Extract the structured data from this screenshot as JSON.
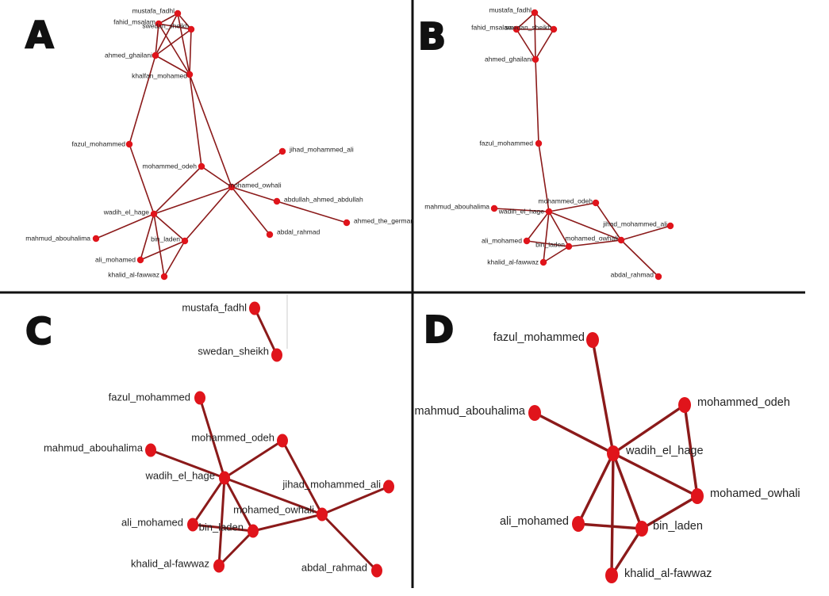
{
  "colors": {
    "edge": "#8b1a1a",
    "node": "#e0141b",
    "divider": "#111111",
    "label": "#222222"
  },
  "panels": [
    {
      "letter": "A",
      "nodes": [
        {
          "id": "mustafa_fadhl",
          "label": "mustafa_fadhl"
        },
        {
          "id": "fahid_msalam",
          "label": "fahid_msalam"
        },
        {
          "id": "swedan_sheikh",
          "label": "swedan_sheikh"
        },
        {
          "id": "ahmed_ghailani",
          "label": "ahmed_ghailani"
        },
        {
          "id": "khalfan_mohamed",
          "label": "khalfan_mohamed"
        },
        {
          "id": "fazul_mohammed",
          "label": "fazul_mohammed"
        },
        {
          "id": "mohammed_odeh",
          "label": "mohammed_odeh"
        },
        {
          "id": "jihad_mohammed_ali",
          "label": "jihad_mohammed_ali"
        },
        {
          "id": "mohamed_owhali",
          "label": "mohamed_owhali"
        },
        {
          "id": "abdullah_ahmed_abdullah",
          "label": "abdullah_ahmed_abdullah"
        },
        {
          "id": "wadih_el_hage",
          "label": "wadih_el_hage"
        },
        {
          "id": "ahmed_the_german",
          "label": "ahmed_the_german"
        },
        {
          "id": "abdal_rahmad",
          "label": "abdal_rahmad"
        },
        {
          "id": "mahmud_abouhalima",
          "label": "mahmud_abouhalima"
        },
        {
          "id": "bin_laden",
          "label": "bin_laden"
        },
        {
          "id": "ali_mohamed",
          "label": "ali_mohamed"
        },
        {
          "id": "khalid_al_fawwaz",
          "label": "khalid_al-fawwaz"
        }
      ],
      "edges": [
        [
          "mustafa_fadhl",
          "fahid_msalam"
        ],
        [
          "mustafa_fadhl",
          "swedan_sheikh"
        ],
        [
          "mustafa_fadhl",
          "ahmed_ghailani"
        ],
        [
          "mustafa_fadhl",
          "khalfan_mohamed"
        ],
        [
          "fahid_msalam",
          "swedan_sheikh"
        ],
        [
          "fahid_msalam",
          "ahmed_ghailani"
        ],
        [
          "fahid_msalam",
          "khalfan_mohamed"
        ],
        [
          "swedan_sheikh",
          "ahmed_ghailani"
        ],
        [
          "swedan_sheikh",
          "khalfan_mohamed"
        ],
        [
          "ahmed_ghailani",
          "khalfan_mohamed"
        ],
        [
          "ahmed_ghailani",
          "fazul_mohammed"
        ],
        [
          "khalfan_mohamed",
          "mohamed_owhali"
        ],
        [
          "khalfan_mohamed",
          "mohammed_odeh"
        ],
        [
          "fazul_mohammed",
          "wadih_el_hage"
        ],
        [
          "mohammed_odeh",
          "wadih_el_hage"
        ],
        [
          "mohammed_odeh",
          "mohamed_owhali"
        ],
        [
          "mohamed_owhali",
          "jihad_mohammed_ali"
        ],
        [
          "mohamed_owhali",
          "abdullah_ahmed_abdullah"
        ],
        [
          "mohamed_owhali",
          "abdal_rahmad"
        ],
        [
          "mohamed_owhali",
          "wadih_el_hage"
        ],
        [
          "mohamed_owhali",
          "bin_laden"
        ],
        [
          "abdullah_ahmed_abdullah",
          "ahmed_the_german"
        ],
        [
          "wadih_el_hage",
          "mahmud_abouhalima"
        ],
        [
          "wadih_el_hage",
          "bin_laden"
        ],
        [
          "wadih_el_hage",
          "ali_mohamed"
        ],
        [
          "wadih_el_hage",
          "khalid_al_fawwaz"
        ],
        [
          "bin_laden",
          "ali_mohamed"
        ],
        [
          "bin_laden",
          "khalid_al_fawwaz"
        ]
      ]
    },
    {
      "letter": "B",
      "nodes": [
        {
          "id": "mustafa_fadhl",
          "label": "mustafa_fadhl"
        },
        {
          "id": "fahid_msalam",
          "label": "fahid_msalam"
        },
        {
          "id": "swedan_sheikh",
          "label": "swedan_sheikh"
        },
        {
          "id": "ahmed_ghailani",
          "label": "ahmed_ghailani"
        },
        {
          "id": "fazul_mohammed",
          "label": "fazul_mohammed"
        },
        {
          "id": "mohammed_odeh",
          "label": "mohammed_odeh"
        },
        {
          "id": "mahmud_abouhalima",
          "label": "mahmud_abouhalima"
        },
        {
          "id": "wadih_el_hage",
          "label": "wadih_el_hage"
        },
        {
          "id": "jihad_mohammed_ali",
          "label": "jihad_mohammed_ali"
        },
        {
          "id": "ali_mohamed",
          "label": "ali_mohamed"
        },
        {
          "id": "mohamed_owhali",
          "label": "mohamed_owhali"
        },
        {
          "id": "bin_laden",
          "label": "bin_laden"
        },
        {
          "id": "khalid_al_fawwaz",
          "label": "khalid_al-fawwaz"
        },
        {
          "id": "abdal_rahmad",
          "label": "abdal_rahmad"
        }
      ],
      "edges": [
        [
          "mustafa_fadhl",
          "fahid_msalam"
        ],
        [
          "mustafa_fadhl",
          "swedan_sheikh"
        ],
        [
          "mustafa_fadhl",
          "ahmed_ghailani"
        ],
        [
          "fahid_msalam",
          "swedan_sheikh"
        ],
        [
          "fahid_msalam",
          "ahmed_ghailani"
        ],
        [
          "swedan_sheikh",
          "ahmed_ghailani"
        ],
        [
          "ahmed_ghailani",
          "fazul_mohammed"
        ],
        [
          "fazul_mohammed",
          "wadih_el_hage"
        ],
        [
          "mahmud_abouhalima",
          "wadih_el_hage"
        ],
        [
          "wadih_el_hage",
          "mohammed_odeh"
        ],
        [
          "wadih_el_hage",
          "mohamed_owhali"
        ],
        [
          "wadih_el_hage",
          "ali_mohamed"
        ],
        [
          "wadih_el_hage",
          "bin_laden"
        ],
        [
          "wadih_el_hage",
          "khalid_al_fawwaz"
        ],
        [
          "mohammed_odeh",
          "mohamed_owhali"
        ],
        [
          "mohamed_owhali",
          "jihad_mohammed_ali"
        ],
        [
          "mohamed_owhali",
          "abdal_rahmad"
        ],
        [
          "mohamed_owhali",
          "bin_laden"
        ],
        [
          "bin_laden",
          "ali_mohamed"
        ],
        [
          "bin_laden",
          "khalid_al_fawwaz"
        ]
      ]
    },
    {
      "letter": "C",
      "nodes": [
        {
          "id": "mustafa_fadhl",
          "label": "mustafa_fadhl"
        },
        {
          "id": "swedan_sheikh",
          "label": "swedan_sheikh"
        },
        {
          "id": "fazul_mohammed",
          "label": "fazul_mohammed"
        },
        {
          "id": "mohammed_odeh",
          "label": "mohammed_odeh"
        },
        {
          "id": "mahmud_abouhalima",
          "label": "mahmud_abouhalima"
        },
        {
          "id": "wadih_el_hage",
          "label": "wadih_el_hage"
        },
        {
          "id": "jihad_mohammed_ali",
          "label": "jihad_mohammed_ali"
        },
        {
          "id": "mohamed_owhali",
          "label": "mohamed_owhali"
        },
        {
          "id": "ali_mohamed",
          "label": "ali_mohamed"
        },
        {
          "id": "bin_laden",
          "label": "bin_laden"
        },
        {
          "id": "khalid_al_fawwaz",
          "label": "khalid_al-fawwaz"
        },
        {
          "id": "abdal_rahmad",
          "label": "abdal_rahmad"
        }
      ],
      "edges": [
        [
          "mustafa_fadhl",
          "swedan_sheikh"
        ],
        [
          "fazul_mohammed",
          "wadih_el_hage"
        ],
        [
          "mahmud_abouhalima",
          "wadih_el_hage"
        ],
        [
          "wadih_el_hage",
          "mohammed_odeh"
        ],
        [
          "wadih_el_hage",
          "mohamed_owhali"
        ],
        [
          "wadih_el_hage",
          "ali_mohamed"
        ],
        [
          "wadih_el_hage",
          "bin_laden"
        ],
        [
          "wadih_el_hage",
          "khalid_al_fawwaz"
        ],
        [
          "mohammed_odeh",
          "mohamed_owhali"
        ],
        [
          "mohamed_owhali",
          "jihad_mohammed_ali"
        ],
        [
          "mohamed_owhali",
          "abdal_rahmad"
        ],
        [
          "mohamed_owhali",
          "bin_laden"
        ],
        [
          "bin_laden",
          "ali_mohamed"
        ],
        [
          "bin_laden",
          "khalid_al_fawwaz"
        ]
      ]
    },
    {
      "letter": "D",
      "nodes": [
        {
          "id": "fazul_mohammed",
          "label": "fazul_mohammed"
        },
        {
          "id": "mahmud_abouhalima",
          "label": "mahmud_abouhalima"
        },
        {
          "id": "mohammed_odeh",
          "label": "mohammed_odeh"
        },
        {
          "id": "wadih_el_hage",
          "label": "wadih_el_hage"
        },
        {
          "id": "mohamed_owhali",
          "label": "mohamed_owhali"
        },
        {
          "id": "ali_mohamed",
          "label": "ali_mohamed"
        },
        {
          "id": "bin_laden",
          "label": "bin_laden"
        },
        {
          "id": "khalid_al_fawwaz",
          "label": "khalid_al-fawwaz"
        }
      ],
      "edges": [
        [
          "fazul_mohammed",
          "wadih_el_hage"
        ],
        [
          "mahmud_abouhalima",
          "wadih_el_hage"
        ],
        [
          "wadih_el_hage",
          "mohammed_odeh"
        ],
        [
          "wadih_el_hage",
          "mohamed_owhali"
        ],
        [
          "wadih_el_hage",
          "ali_mohamed"
        ],
        [
          "wadih_el_hage",
          "bin_laden"
        ],
        [
          "wadih_el_hage",
          "khalid_al_fawwaz"
        ],
        [
          "mohammed_odeh",
          "mohamed_owhali"
        ],
        [
          "mohamed_owhali",
          "bin_laden"
        ],
        [
          "ali_mohamed",
          "bin_laden"
        ],
        [
          "bin_laden",
          "khalid_al_fawwaz"
        ]
      ]
    }
  ]
}
